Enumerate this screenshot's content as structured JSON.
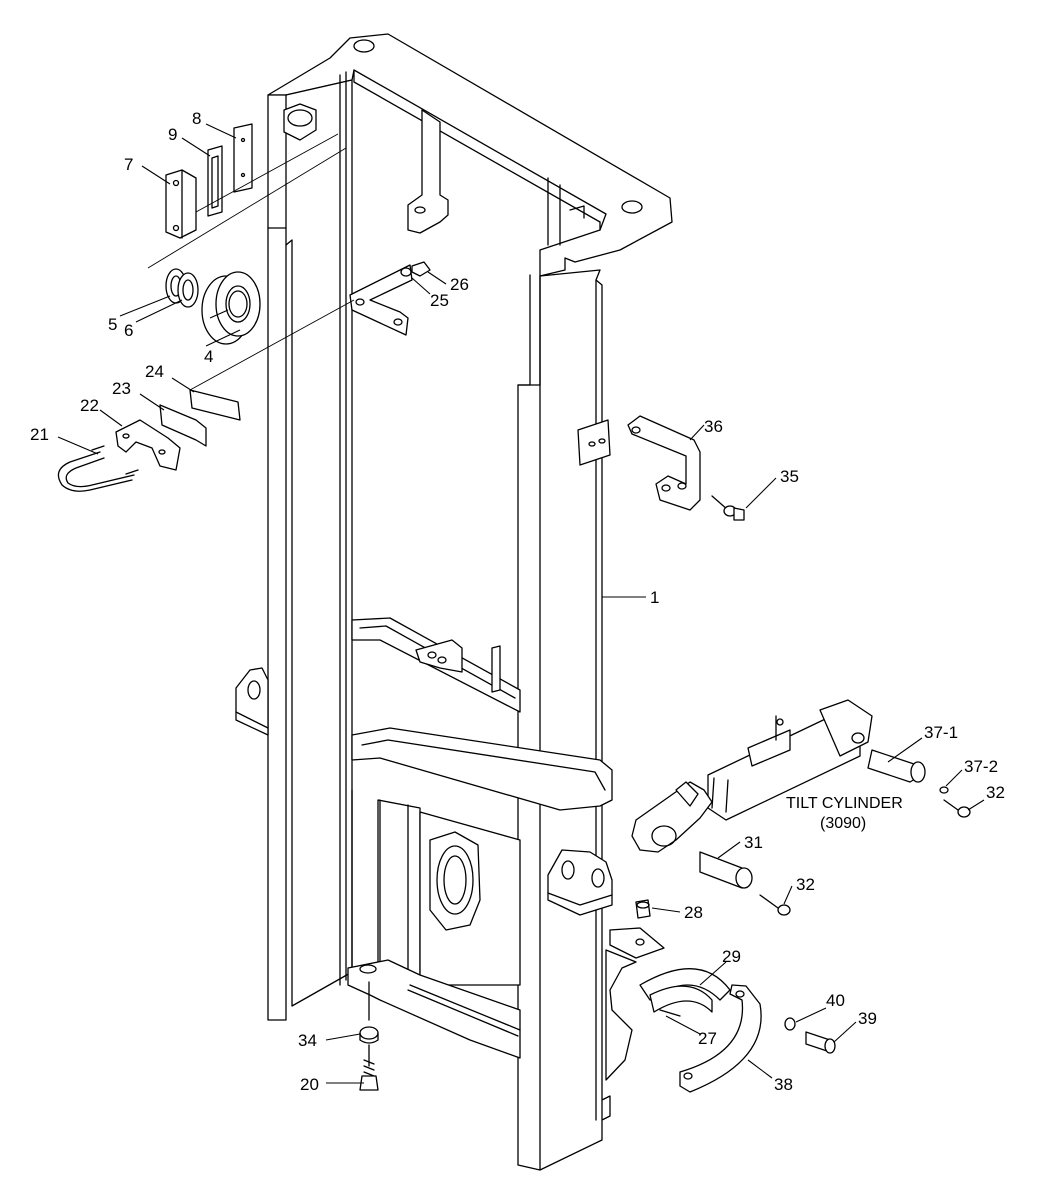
{
  "diagram": {
    "callouts": [
      {
        "id": "c1",
        "text": "1"
      },
      {
        "id": "c4",
        "text": "4"
      },
      {
        "id": "c5",
        "text": "5"
      },
      {
        "id": "c6",
        "text": "6"
      },
      {
        "id": "c7",
        "text": "7"
      },
      {
        "id": "c8",
        "text": "8"
      },
      {
        "id": "c9",
        "text": "9"
      },
      {
        "id": "c20",
        "text": "20"
      },
      {
        "id": "c21",
        "text": "21"
      },
      {
        "id": "c22",
        "text": "22"
      },
      {
        "id": "c23",
        "text": "23"
      },
      {
        "id": "c24",
        "text": "24"
      },
      {
        "id": "c25",
        "text": "25"
      },
      {
        "id": "c26",
        "text": "26"
      },
      {
        "id": "c27",
        "text": "27"
      },
      {
        "id": "c28",
        "text": "28"
      },
      {
        "id": "c29",
        "text": "29"
      },
      {
        "id": "c31",
        "text": "31"
      },
      {
        "id": "c32a",
        "text": "32"
      },
      {
        "id": "c32b",
        "text": "32"
      },
      {
        "id": "c34",
        "text": "34"
      },
      {
        "id": "c35",
        "text": "35"
      },
      {
        "id": "c36",
        "text": "36"
      },
      {
        "id": "c37_1",
        "text": "37-1"
      },
      {
        "id": "c37_2",
        "text": "37-2"
      },
      {
        "id": "c38",
        "text": "38"
      },
      {
        "id": "c39",
        "text": "39"
      },
      {
        "id": "c40",
        "text": "40"
      }
    ],
    "tilt_cylinder": {
      "title": "TILT CYLINDER",
      "code": "(3090)"
    }
  }
}
